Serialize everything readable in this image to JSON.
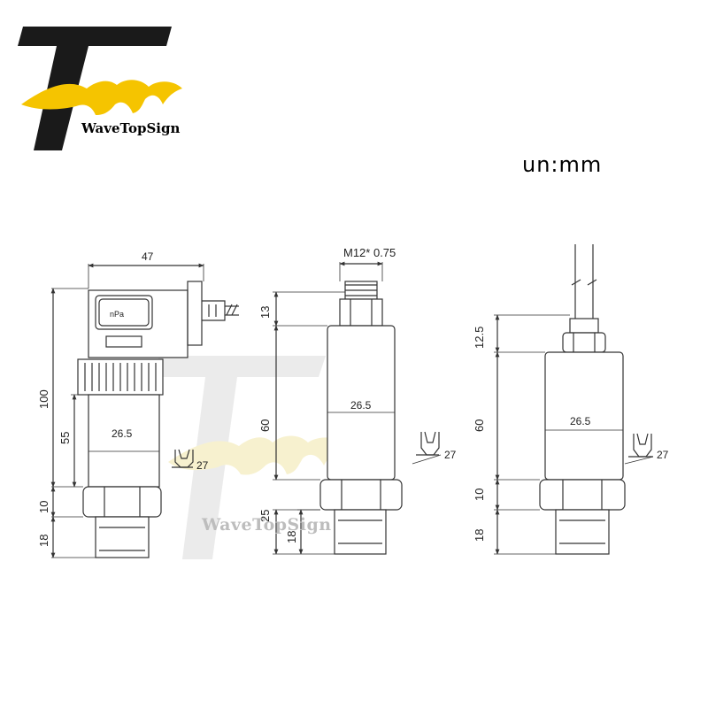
{
  "brand": {
    "name": "WaveTopSign",
    "watermark": "WaveTopSign"
  },
  "unit": "un:mm",
  "colors": {
    "brand_black": "#1a1a1a",
    "brand_yellow": "#f5c400",
    "line": "#333333",
    "watermark": "#d0d0d0"
  },
  "drawing_a": {
    "dims": {
      "width": "47",
      "total_height": "100",
      "body_height": "55",
      "diameter": "26.5",
      "wrench": "27",
      "hex_height": "10",
      "thread_height": "18"
    },
    "connector_text": "nPa"
  },
  "drawing_b": {
    "dims": {
      "thread_spec": "M12* 0.75",
      "connector_height": "13",
      "body_height": "60",
      "diameter": "26.5",
      "wrench": "27",
      "hex_thread_height": "25",
      "thread_height": "18"
    }
  },
  "drawing_c": {
    "dims": {
      "gland_height": "12.5",
      "body_height": "60",
      "diameter": "26.5",
      "wrench": "27",
      "hex_height": "10",
      "thread_height": "18"
    }
  }
}
